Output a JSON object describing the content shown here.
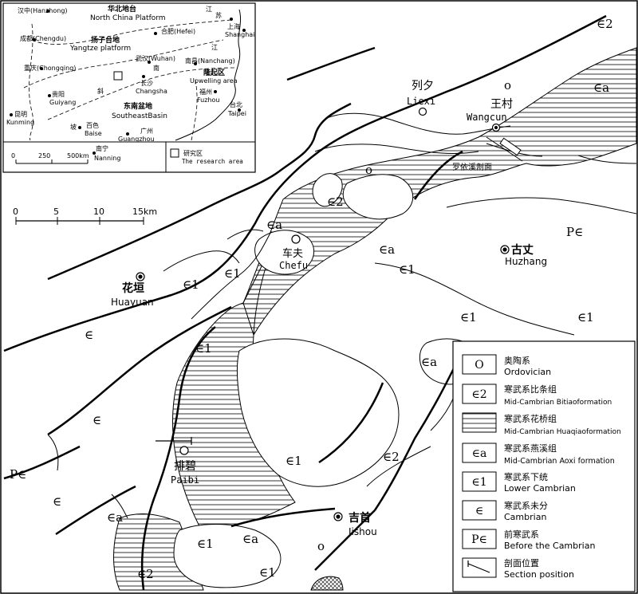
{
  "scale_bar": {
    "ticks": [
      "0",
      "5",
      "10",
      "15km"
    ]
  },
  "inset": {
    "scale_ticks": [
      "0",
      "250",
      "500km"
    ],
    "legend_label_cn": "研究区",
    "legend_label_en": "The research area",
    "labels": {
      "hanzhong": "汉中(Hanzhong)",
      "north_china_cn": "华北地台",
      "north_china_en": "North China Platform",
      "jiangsu": "江",
      "jiangsu2": "苏",
      "shanghai_cn": "上海",
      "shanghai_en": "Shanghai",
      "chengdu": "成都(Chengdu)",
      "yangtze_cn": "扬子台地",
      "yangtze_en": "Yangtze platform",
      "hefei": "合肥(Hefei)",
      "chongqing": "重庆(Chongqing)",
      "wuhan": "武汉(Wuhan)",
      "nanchang": "南昌(Nanchang)",
      "uplift_cn": "隆起区",
      "uplift_en": "Upwelling area",
      "changsha_cn": "长沙",
      "changsha_en": "Changsha",
      "guiyang_cn": "贵阳",
      "guiyang_en": "Guiyang",
      "fuzhou_cn": "福州",
      "fuzhou_en": "Fuzhou",
      "kunming_cn": "昆明",
      "kunming_en": "Kunming",
      "southeast_cn": "东南盆地",
      "southeast_en": "SoutheastBasin",
      "taipei_cn": "台北",
      "taipei_en": "Taipei",
      "baise_cn": "百色",
      "baise_en": "Baise",
      "guangzhou_cn": "广州",
      "guangzhou_en": "Guangzhou",
      "nanning_cn": "南宁",
      "nanning_en": "Nanning",
      "jiang2": "江",
      "nan": "南",
      "xie": "斜",
      "po": "坡"
    }
  },
  "places": {
    "liexi_cn": "列夕",
    "liexi_en": "Liexi",
    "wangcun_cn": "王村",
    "wangcun_en": "Wangcun",
    "section_label": "罗依溪剖面",
    "chefu_cn": "车夫",
    "chefu_en": "Chefu",
    "guzhang_cn": "古丈",
    "guzhang_en": "Huzhang",
    "huayuan_cn": "花垣",
    "huayuan_en": "Huayuan",
    "paibi_cn": "排碧",
    "paibi_en": "Paibi",
    "jishou_cn": "吉首",
    "jishou_en": "Jishou"
  },
  "strata_labels": {
    "o": "o",
    "e2": "∈2",
    "ea": "∈a",
    "e1": "∈1",
    "e": "∈",
    "pe": "P∈"
  },
  "legend": {
    "items": [
      {
        "symbol": "O",
        "cn": "奥陶系",
        "en": "Ordovician"
      },
      {
        "symbol": "∈2",
        "cn": "寒武系比条组",
        "en": "Mid-Cambrian Bitiaoformation"
      },
      {
        "symbol": "",
        "cn": "寒武系花桥组",
        "en": "Mid-Cambrian Huaqiaoformation"
      },
      {
        "symbol": "∈a",
        "cn": "寒武系燕溪组",
        "en": "Mid-Cambrian Aoxi formation"
      },
      {
        "symbol": "∈1",
        "cn": "寒武系下统",
        "en": "Lower Cambrian"
      },
      {
        "symbol": "∈",
        "cn": "寒武系未分",
        "en": "Cambrian"
      },
      {
        "symbol": "P∈",
        "cn": "前寒武系",
        "en": "Before the Cambrian"
      },
      {
        "symbol": "",
        "cn": "剖面位置",
        "en": "Section position"
      }
    ]
  },
  "colors": {
    "line": "#000000",
    "background": "#ffffff",
    "hatch": "#000000"
  }
}
